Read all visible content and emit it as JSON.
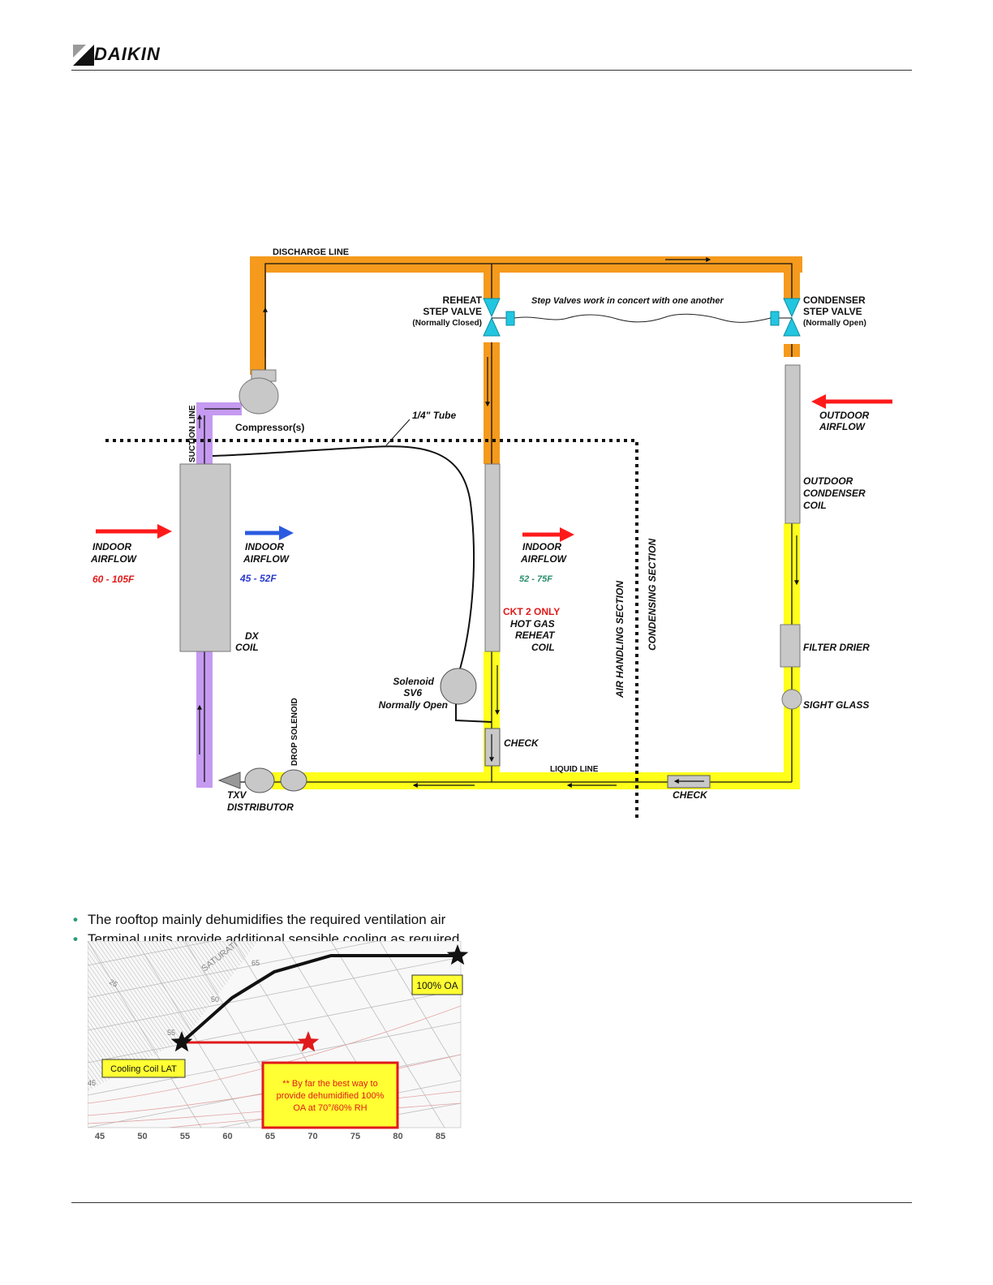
{
  "header": {
    "brand": "DAIKIN"
  },
  "schematic": {
    "discharge_line": "DISCHARGE LINE",
    "reheat_valve": [
      "REHEAT",
      "STEP VALVE",
      "(Normally Closed)"
    ],
    "condenser_valve": [
      "CONDENSER",
      "STEP VALVE",
      "(Normally Open)"
    ],
    "step_note": "Step Valves work in concert with one another",
    "suction_line": "SUCTION LINE",
    "compressor": "Compressor(s)",
    "tube": "1/4\" Tube",
    "outdoor_airflow": [
      "OUTDOOR",
      "AIRFLOW"
    ],
    "outdoor_coil": [
      "OUTDOOR",
      "CONDENSER",
      "COIL"
    ],
    "indoor_in": [
      "INDOOR",
      "AIRFLOW"
    ],
    "indoor_in_temp": "60 - 105F",
    "indoor_mid": [
      "INDOOR",
      "AIRFLOW"
    ],
    "indoor_mid_temp": "45 - 52F",
    "indoor_out": [
      "INDOOR",
      "AIRFLOW"
    ],
    "indoor_out_temp": "52 - 75F",
    "air_handling": "AIR HANDLING SECTION",
    "condensing": "CONDENSING SECTION",
    "ckt2": "CKT 2 ONLY",
    "reheat_coil": [
      "HOT GAS",
      "REHEAT",
      "COIL"
    ],
    "dx_coil": [
      "DX",
      "COIL"
    ],
    "filter_drier": "FILTER DRIER",
    "sight_glass": "SIGHT GLASS",
    "solenoid": [
      "Solenoid",
      "SV6",
      "Normally Open"
    ],
    "drop_solenoid": "DROP SOLENOID",
    "check_reheat": "CHECK",
    "liquid_line": "LIQUID LINE",
    "check_liquid": "CHECK",
    "txv": [
      "TXV",
      "DISTRIBUTOR"
    ],
    "colors": {
      "discharge": "#f59a1c",
      "suction": "#c59af0",
      "liquid": "#ffff1a",
      "coil": "#c8c8c8",
      "valve": "#22c6e0",
      "hot": "#ff1a1a",
      "cold": "#2a5ae0"
    }
  },
  "bullets": [
    "The rooftop mainly dehumidifies the required ventilation air",
    "Terminal units provide additional sensible cooling as required"
  ],
  "psychro": {
    "x_ticks": [
      "45",
      "50",
      "55",
      "60",
      "65",
      "70",
      "75",
      "80",
      "85"
    ],
    "saturation_label": "SATURATI",
    "wetbulb_labels": [
      "25",
      "45",
      "50",
      "55",
      "65"
    ],
    "oa_box": "100% OA",
    "lat_box": "Cooling Coil LAT",
    "note": [
      "** By far the best way to",
      "provide dehumidified 100%",
      "OA at 70°/60% RH"
    ]
  }
}
